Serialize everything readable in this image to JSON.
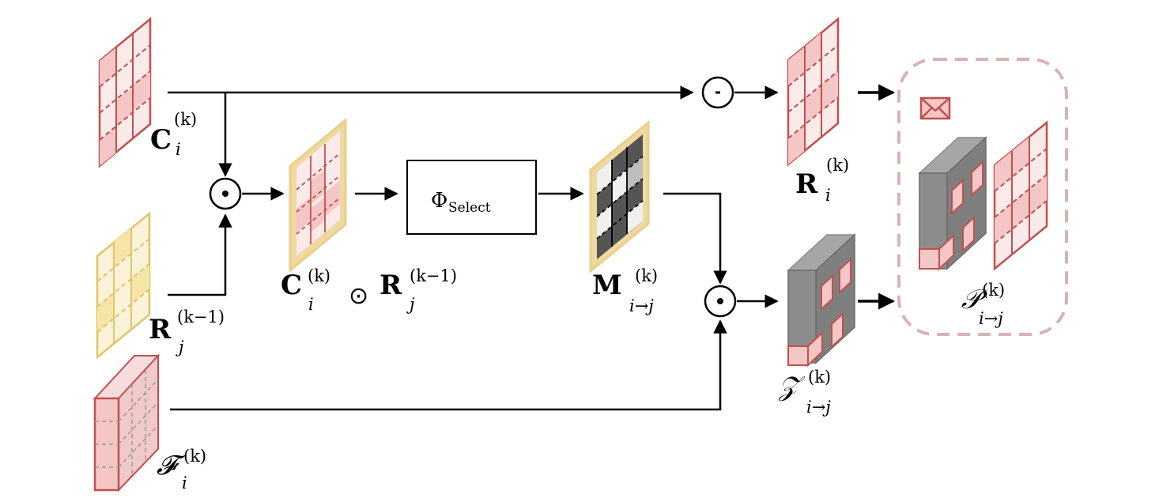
{
  "labels": {
    "c_i": {
      "base": "C",
      "sup": "(k)",
      "sub": "i"
    },
    "r_j_prev": {
      "base": "R",
      "sup": "(k−1)",
      "sub": "j"
    },
    "f_i": {
      "base": "𝓕",
      "sup": "(k)",
      "sub": "i"
    },
    "c_odot_r": {
      "base": "C",
      "sup": "(k)",
      "sub": "i",
      "op": "⊙",
      "base2": "R",
      "sup2": "(k−1)",
      "sub2": "j"
    },
    "m_ij": {
      "base": "M",
      "sup": "(k)",
      "sub": "i→j"
    },
    "r_i": {
      "base": "R",
      "sup": "(k)",
      "sub": "i"
    },
    "z_ij": {
      "base": "𝒵",
      "sup": "(k)",
      "sub": "i→j"
    },
    "p_ij": {
      "base": "𝒫",
      "sup": "(k)",
      "sub": "i→j"
    }
  },
  "select_box": {
    "main": "Φ",
    "sub": "Select"
  },
  "operators": {
    "odot": "⊙",
    "ominus": "-"
  },
  "colors": {
    "red": "#c0504d",
    "pink": "#f4c7c6",
    "yellow": "#e8d08a",
    "yellow_fill": "#f7ebc4",
    "gray": "#8c8c8c",
    "dark": "#555555",
    "dash_border": "#d8b3b3"
  },
  "icons": {
    "envelope": "envelope-icon"
  }
}
